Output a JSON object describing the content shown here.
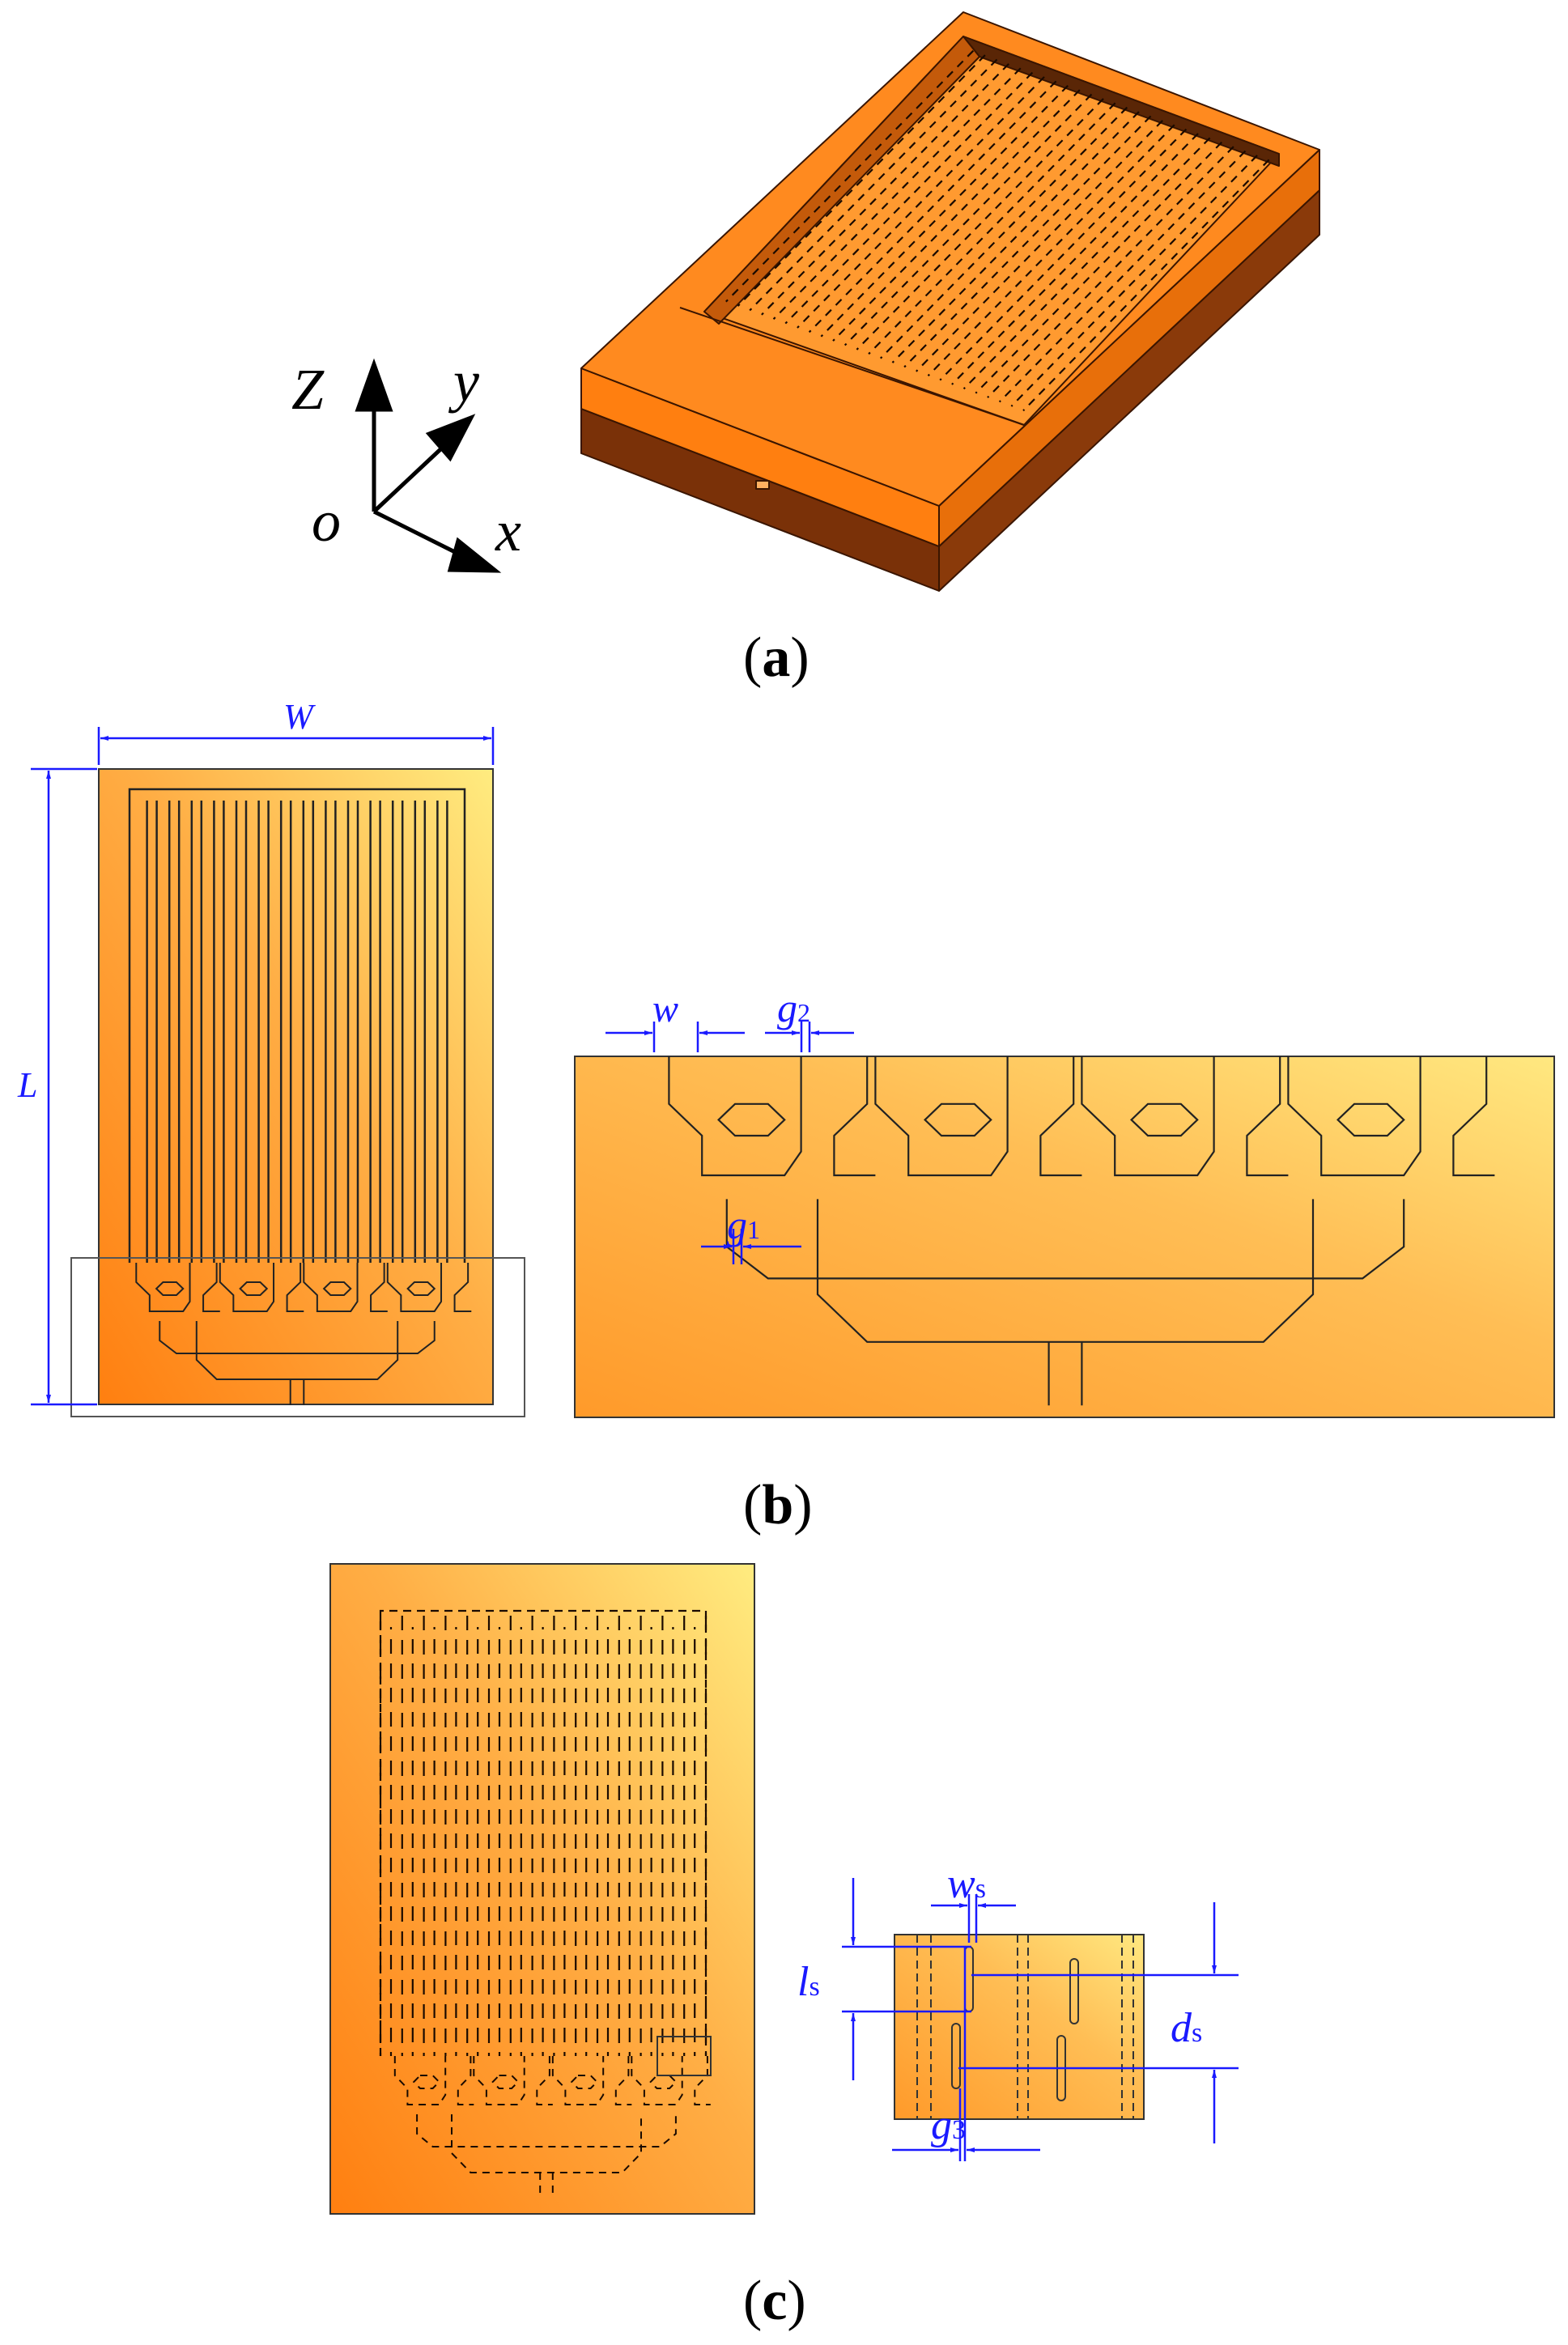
{
  "panels": {
    "a": {
      "caption_open": "(",
      "caption_letter": "a",
      "caption_close": ")"
    },
    "b": {
      "caption_open": "(",
      "caption_letter": "b",
      "caption_close": ")"
    },
    "c": {
      "caption_open": "(",
      "caption_letter": "c",
      "caption_close": ")"
    }
  },
  "axes": {
    "z": "Z",
    "y": "y",
    "x": "x",
    "origin": "o"
  },
  "dims": {
    "W": "W",
    "L": "L",
    "w": "w",
    "g2_main": "g",
    "g2_sub": "2",
    "g1_main": "g",
    "g1_sub": "1",
    "ws_main": "w",
    "ws_sub": "s",
    "ls_main": "l",
    "ls_sub": "s",
    "ds_main": "d",
    "ds_sub": "s",
    "g3_main": "g",
    "g3_sub": "3"
  },
  "colors": {
    "copper_light": "#ffe97a",
    "copper_mid": "#ffa53c",
    "copper_dark": "#ff7f10",
    "dimension": "#1a1aff"
  }
}
